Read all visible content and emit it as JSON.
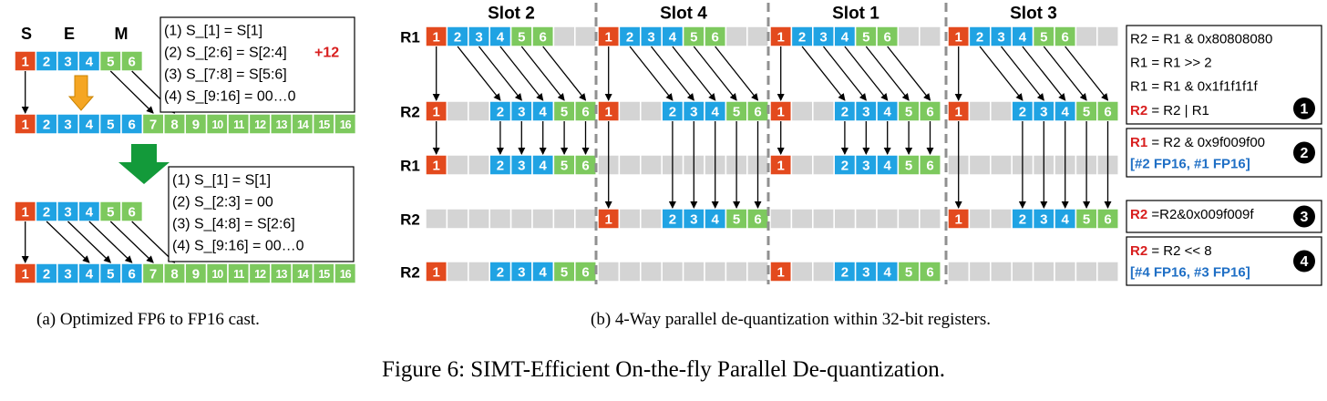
{
  "part_a": {
    "field_labels": [
      "S",
      "E",
      "M"
    ],
    "fp6_bits": [
      "1",
      "2",
      "3",
      "4",
      "5",
      "6"
    ],
    "fp16_bits": [
      "1",
      "2",
      "3",
      "4",
      "5",
      "6",
      "7",
      "8",
      "9",
      "10",
      "11",
      "12",
      "13",
      "14",
      "15",
      "16"
    ],
    "rules_top": [
      "(1) S_[1]    = S[1]",
      "(2) S_[2:6] = S[2:4]",
      "(3) S_[7:8] = S[5:6]",
      "(4) S_[9:16] = 00…0"
    ],
    "rules_top_highlight": "+12",
    "rules_bottom": [
      "(1) S_[1]      = S[1]",
      "(2) S_[2:3]    = 00",
      "(3) S_[4:8]    = S[2:6]",
      "(4) S_[9:16] = 00…0"
    ],
    "caption": "(a) Optimized FP6 to FP16 cast."
  },
  "part_b": {
    "slot_labels": [
      "Slot 2",
      "Slot 4",
      "Slot 1",
      "Slot 3"
    ],
    "row_labels": [
      "R1",
      "R2",
      "R1",
      "R2",
      "R2"
    ],
    "slot_bits": [
      "1",
      "2",
      "3",
      "4",
      "5",
      "6"
    ],
    "ops": [
      {
        "lines": [
          "R2 = R1 & 0x80808080",
          "R1 = R1 >> 2",
          "R1 = R1 & 0x1f1f1f1f",
          "R2 = R2 | R1"
        ],
        "reg_red": "R2",
        "note": "",
        "step": "1"
      },
      {
        "lines": [
          "R1 = R2 & 0x9f009f00"
        ],
        "reg_red": "R1",
        "note": "[#2 FP16, #1 FP16]",
        "step": "2"
      },
      {
        "lines": [
          "R2 =R2&0x009f009f"
        ],
        "reg_red": "R2",
        "note": "",
        "step": "3"
      },
      {
        "lines": [
          "R2 = R2 << 8"
        ],
        "reg_red": "R2",
        "note": "[#4 FP16, #3 FP16]",
        "step": "4"
      }
    ],
    "caption": "(b) 4-Way parallel de-quantization within 32-bit registers."
  },
  "caption": "Figure 6: SIMT-Efficient On-the-fly Parallel De-quantization.",
  "colors": {
    "sign": "#e34a1e",
    "exp": "#20a3e3",
    "man": "#7dc95e",
    "empty": "#d4d4d4",
    "arrow_orange": "#f5a623",
    "arrow_green": "#139a3a",
    "highlight": "#d81e1e",
    "note_blue": "#1f6fc5",
    "dash": "#909090"
  }
}
